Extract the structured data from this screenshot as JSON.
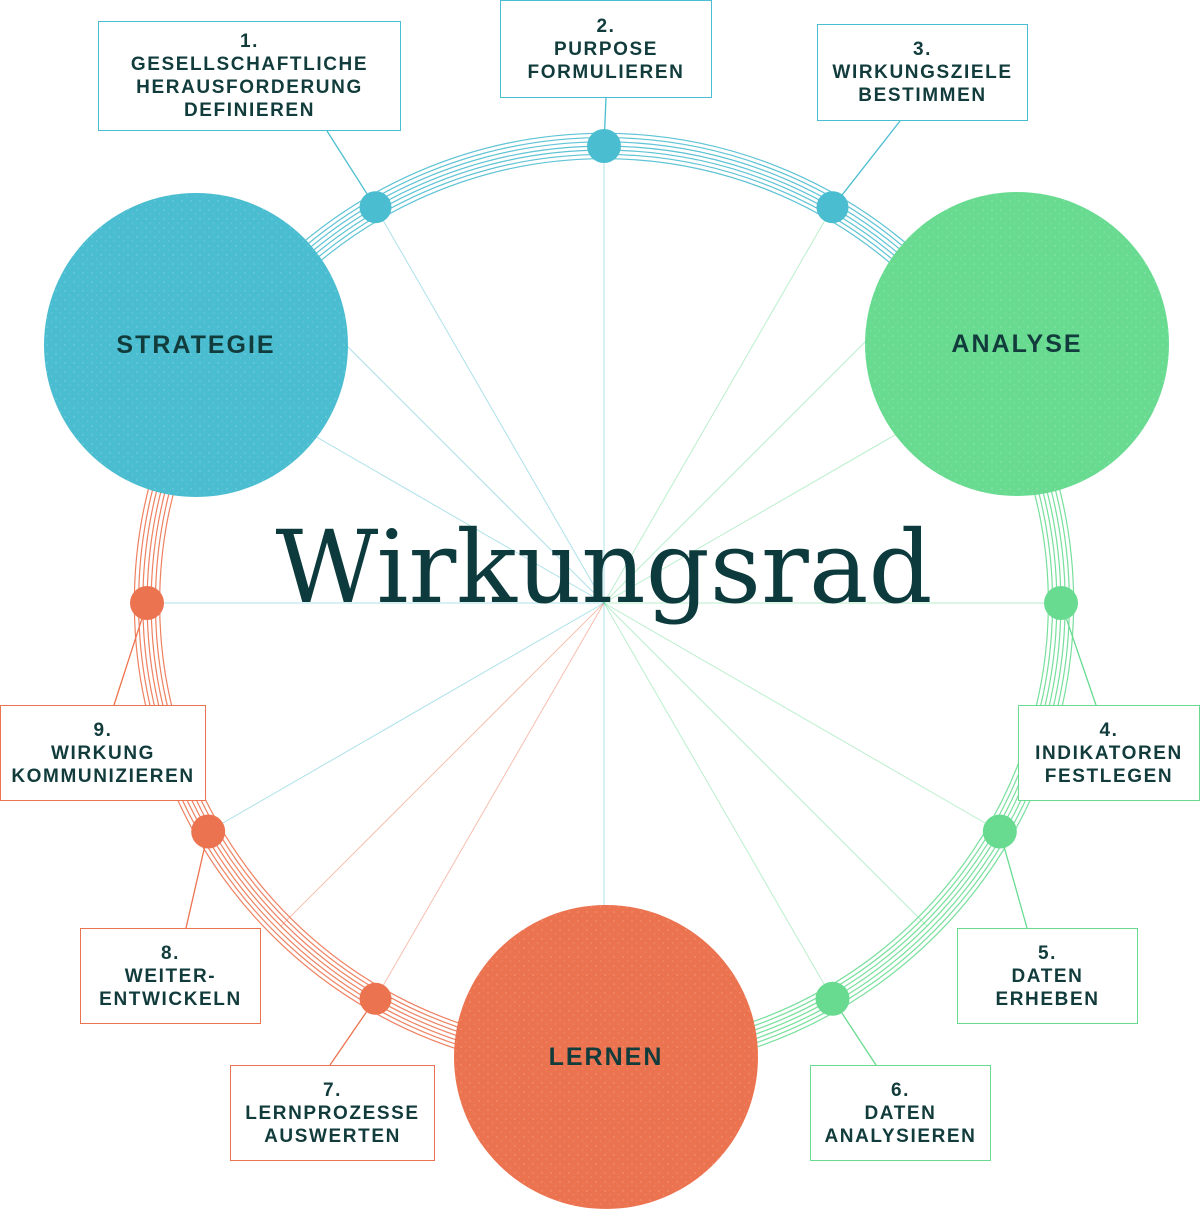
{
  "title": "Wirkungsrad",
  "phases": [
    {
      "label": "STRATEGIE",
      "color": "#4bbdd0"
    },
    {
      "label": "ANALYSE",
      "color": "#68db91"
    },
    {
      "label": "LERNEN",
      "color": "#ec7350"
    }
  ],
  "steps": [
    {
      "number": "1.",
      "lines": [
        "GESELLSCHAFTLICHE",
        "HERAUSFORDERUNG",
        "DEFINIEREN"
      ],
      "color": "#4bbdd0"
    },
    {
      "number": "2.",
      "lines": [
        "PURPOSE",
        "FORMULIEREN"
      ],
      "color": "#4bbdd0"
    },
    {
      "number": "3.",
      "lines": [
        "WIRKUNGSZIELE",
        "BESTIMMEN"
      ],
      "color": "#4bbdd0"
    },
    {
      "number": "4.",
      "lines": [
        "INDIKATOREN",
        "FESTLEGEN"
      ],
      "color": "#68db91"
    },
    {
      "number": "5.",
      "lines": [
        "DATEN",
        "ERHEBEN"
      ],
      "color": "#68db91"
    },
    {
      "number": "6.",
      "lines": [
        "DATEN",
        "ANALYSIEREN"
      ],
      "color": "#68db91"
    },
    {
      "number": "7.",
      "lines": [
        "LERNPROZESSE",
        "AUSWERTEN"
      ],
      "color": "#ec7350"
    },
    {
      "number": "8.",
      "lines": [
        "WEITER-",
        "ENTWICKELN"
      ],
      "color": "#ec7350"
    },
    {
      "number": "9.",
      "lines": [
        "WIRKUNG",
        "KOMMUNIZIEREN"
      ],
      "color": "#ec7350"
    }
  ]
}
